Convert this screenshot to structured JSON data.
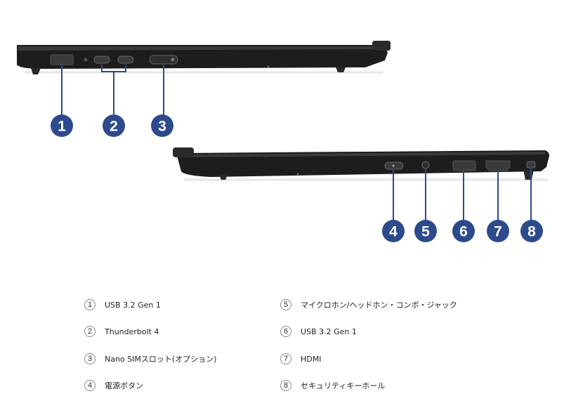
{
  "callouts": [
    "1",
    "2",
    "3",
    "4",
    "5",
    "6",
    "7",
    "8"
  ],
  "legend": [
    {
      "num": "1",
      "label": "USB 3.2 Gen 1"
    },
    {
      "num": "2",
      "label": "Thunderbolt 4"
    },
    {
      "num": "3",
      "label": "Nano SIMスロット(オプション)"
    },
    {
      "num": "4",
      "label": "電源ボタン"
    },
    {
      "num": "5",
      "label": "マイクロホン/ヘッドホン・コンボ・ジャック"
    },
    {
      "num": "6",
      "label": "USB 3.2 Gen 1"
    },
    {
      "num": "7",
      "label": "HDMI"
    },
    {
      "num": "8",
      "label": "セキュリティキーホール"
    }
  ],
  "colors": {
    "accent": "#2c4a8c",
    "chassis": "#1d1d1f",
    "shadow": "#e8e8e8"
  }
}
